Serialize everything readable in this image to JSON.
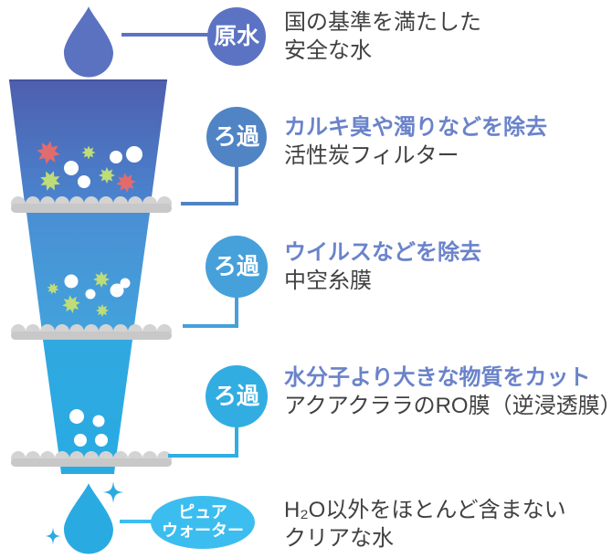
{
  "diagram_title": "water-purification-process",
  "stages": [
    {
      "badge": {
        "label": "原水",
        "shape": "circle",
        "color": "#5c73c3"
      },
      "description_line1": "国の基準を満たした",
      "description_line2": "安全な水"
    },
    {
      "badge": {
        "label": "ろ過",
        "shape": "circle",
        "color": "#5084c5"
      },
      "description_line1": "カルキ臭や濁りなどを除去",
      "description_line2": "活性炭フィルター"
    },
    {
      "badge": {
        "label": "ろ過",
        "shape": "circle",
        "color": "#46a0da"
      },
      "description_line1": "ウイルスなどを除去",
      "description_line2": "中空糸膜"
    },
    {
      "badge": {
        "label": "ろ過",
        "shape": "circle",
        "color": "#32ade2"
      },
      "description_line1": "水分子より大きな物質をカット",
      "description_line2": "アクアクララのRO膜（逆浸透膜）"
    },
    {
      "badge": {
        "label": "ピュアウォーター",
        "label_line1": "ピュア",
        "label_line2": "ウォーター",
        "shape": "ellipse",
        "color": "#3cbdf0"
      },
      "description_line1": "H₂O以外をほとんど含まない",
      "description_line2": "クリアな水"
    }
  ],
  "icons": {
    "source_drop": "water-drop-icon",
    "pure_drop": "water-drop-icon",
    "sparkles": "sparkle-icon",
    "contaminant_star": "starburst-icon",
    "bubble": "bubble-circle-icon"
  },
  "colors": {
    "heading_emphasis_blue": "#6a83ca",
    "text_dark": "#414141",
    "funnel_top": "#4e5fae",
    "funnel_mid": "#4a8fd3",
    "funnel_bottom": "#29abe2",
    "filter_bar_gray": "#c8c8c8",
    "contaminant_red": "#e26b6e",
    "contaminant_green": "#bedc78",
    "bubble_white": "#ffffff"
  }
}
